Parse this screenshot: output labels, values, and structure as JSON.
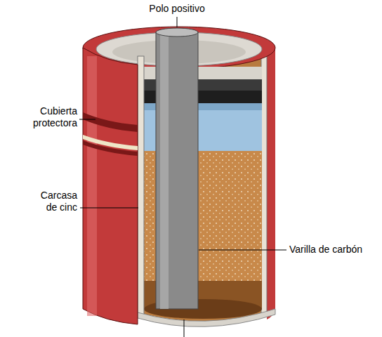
{
  "diagram": {
    "labels": [
      "Polo positivo",
      "Cubierta protectora",
      "Carcasa de cinc",
      "Varilla de carbón"
    ]
  }
}
